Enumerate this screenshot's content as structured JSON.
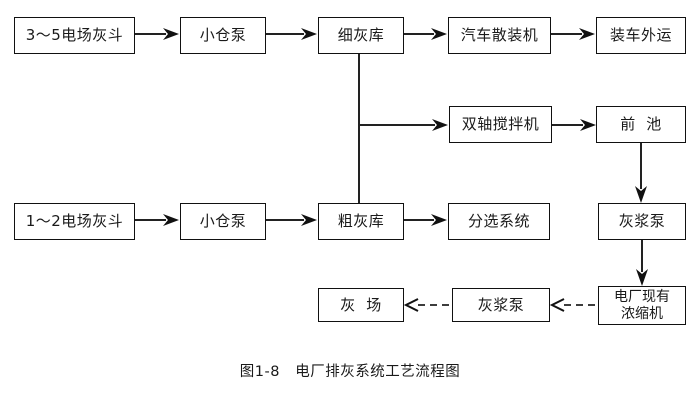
{
  "figure": {
    "caption": "图1-8   电厂排灰系统工艺流程图",
    "line_color": "#222222",
    "box_border_color": "#111111",
    "background": "#ffffff"
  },
  "nodes": {
    "hopper_35": {
      "label": "3～5电场灰斗"
    },
    "pump_top": {
      "label": "小仓泵"
    },
    "fine_ash_silo": {
      "label": "细灰库"
    },
    "truck_bulk_loader": {
      "label": "汽车散装机"
    },
    "truck_out": {
      "label": "装车外运"
    },
    "twin_shaft_mixer": {
      "label": "双轴搅拌机"
    },
    "front_pool": {
      "label": "前  池"
    },
    "hopper_12": {
      "label": "1～2电场灰斗"
    },
    "pump_bottom": {
      "label": "小仓泵"
    },
    "coarse_ash_silo": {
      "label": "粗灰库"
    },
    "sorting_system": {
      "label": "分选系统"
    },
    "slurry_pump_right": {
      "label": "灰浆泵"
    },
    "ash_yard": {
      "label": "灰  场"
    },
    "slurry_pump_bottom": {
      "label": "灰浆泵"
    },
    "existing_thickener": {
      "label_line1": "电厂现有",
      "label_line2": "浓缩机"
    }
  },
  "edges": [
    {
      "name": "hopper35-to-pumptop",
      "style": "solid",
      "direction": "right"
    },
    {
      "name": "pumptop-to-fineash",
      "style": "solid",
      "direction": "right"
    },
    {
      "name": "fineash-to-bulkloader",
      "style": "solid",
      "direction": "right"
    },
    {
      "name": "bulkloader-to-truckout",
      "style": "solid",
      "direction": "right"
    },
    {
      "name": "fineash-to-coarseash-trunk",
      "style": "solid",
      "direction": "none"
    },
    {
      "name": "trunk-to-mixer",
      "style": "solid",
      "direction": "right"
    },
    {
      "name": "mixer-to-frontpool",
      "style": "solid",
      "direction": "right"
    },
    {
      "name": "frontpool-to-slurrypump",
      "style": "solid",
      "direction": "down"
    },
    {
      "name": "slurrypump-to-thickener",
      "style": "solid",
      "direction": "down"
    },
    {
      "name": "hopper12-to-pumpbottom",
      "style": "solid",
      "direction": "right"
    },
    {
      "name": "pumpbottom-to-coarseash",
      "style": "solid",
      "direction": "right"
    },
    {
      "name": "coarseash-to-sorting",
      "style": "solid",
      "direction": "right"
    },
    {
      "name": "thickener-to-slurrypumpbottom",
      "style": "dashed",
      "direction": "left"
    },
    {
      "name": "slurrypumpbottom-to-ashyard",
      "style": "dashed",
      "direction": "left"
    }
  ]
}
